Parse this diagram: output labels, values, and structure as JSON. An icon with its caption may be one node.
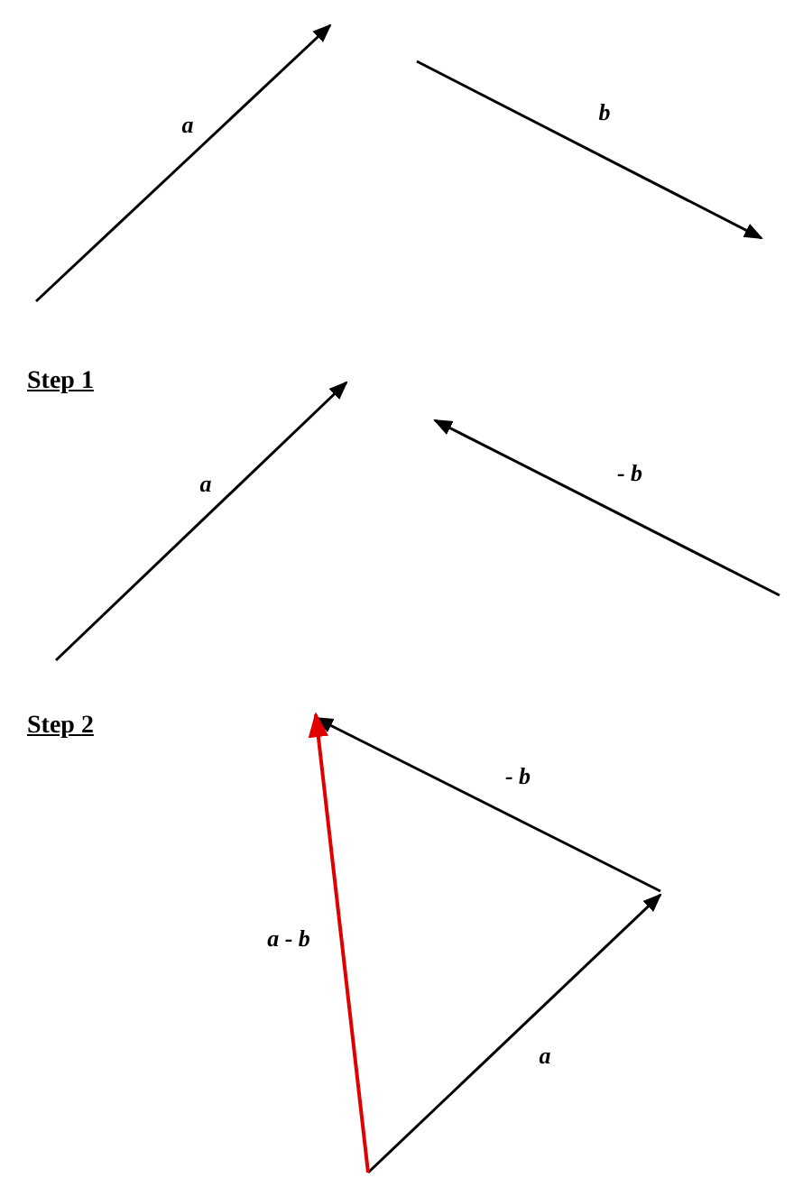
{
  "diagram": {
    "labels": [
      "a",
      "b",
      "Step 1",
      "a",
      "- b",
      "Step 2",
      "- b",
      "a - b",
      "a"
    ]
  }
}
